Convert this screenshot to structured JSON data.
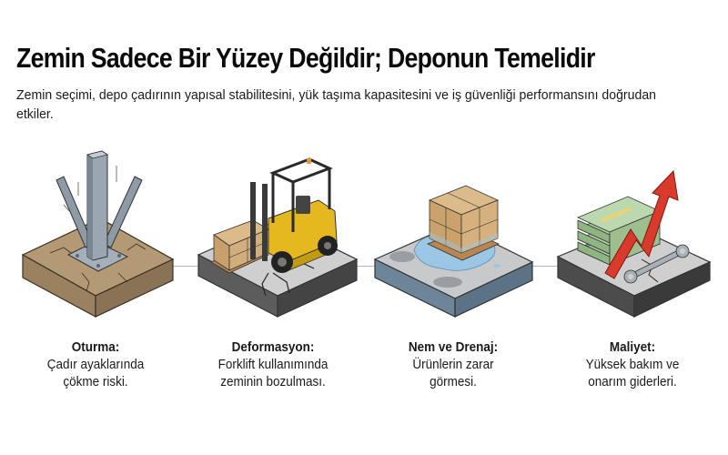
{
  "header": {
    "title": "Zemin Sadece Bir Yüzey Değildir; Deponun Temelidir",
    "subtitle": "Zemin seçimi, depo çadırının yapısal stabilitesini, yük taşıma kapasitesini ve iş güvenliği performansını doğrudan etkiler."
  },
  "items": [
    {
      "icon": "tent-leg-on-cracked-soil-icon",
      "title": "Oturma:",
      "desc_line1": "Çadır ayaklarında",
      "desc_line2": "çökme riski."
    },
    {
      "icon": "forklift-cracking-concrete-icon",
      "title": "Deformasyon:",
      "desc_line1": "Forklift kullanımında",
      "desc_line2": "zeminin bozulması."
    },
    {
      "icon": "wet-pallet-on-floor-icon",
      "title": "Nem ve Drenaj:",
      "desc_line1": "Ürünlerin zarar",
      "desc_line2": "görmesi."
    },
    {
      "icon": "money-rising-cost-icon",
      "title": "Maliyet:",
      "desc_line1": "Yüksek bakım ve",
      "desc_line2": "onarım giderleri."
    }
  ],
  "colors": {
    "soil": "#a08a68",
    "steel": "#8e9aa6",
    "concrete": "#c9c9c9",
    "forklift_yellow": "#e6b820",
    "box": "#d2ae7c",
    "water": "#9cc7e4",
    "money": "#a9c99a",
    "arrow_red": "#d93a2c"
  }
}
